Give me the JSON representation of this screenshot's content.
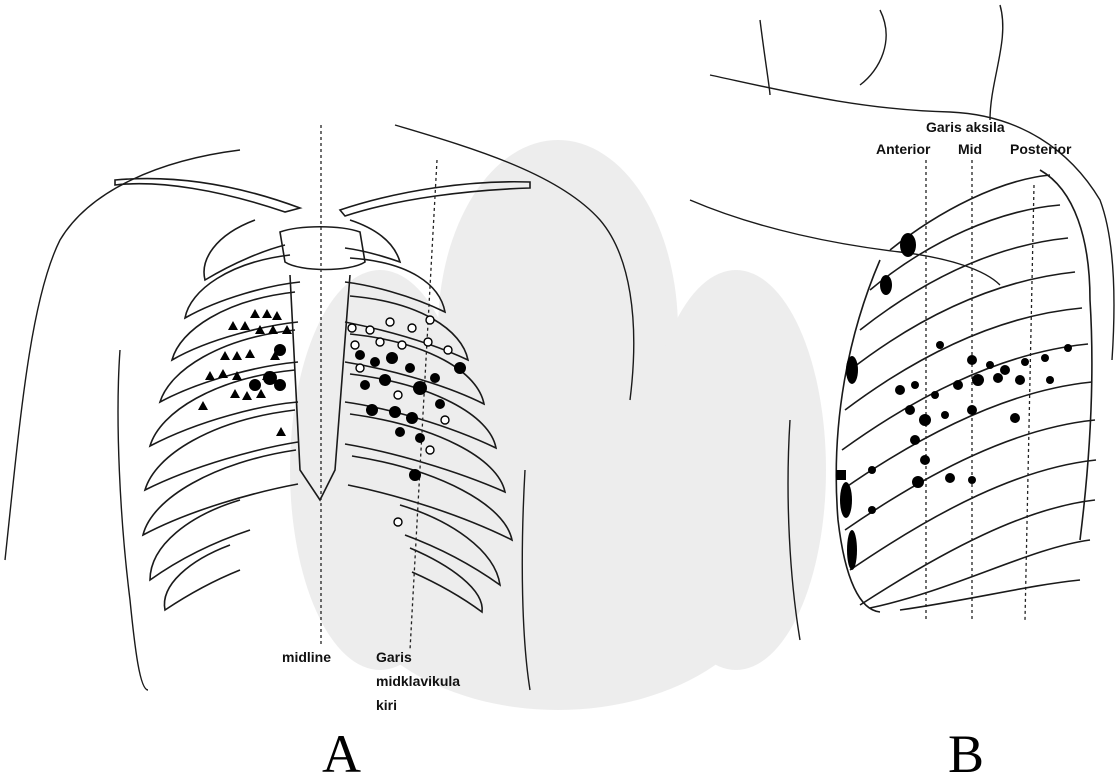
{
  "panel_a": {
    "letter": "A",
    "midline_label": "midline",
    "midclavicular_label_lines": [
      "Garis",
      "midklavikula",
      "kiri"
    ]
  },
  "panel_b": {
    "letter": "B",
    "axillary_title": "Garis aksila",
    "anterior_label": "Anterior",
    "mid_label": "Mid",
    "posterior_label": "Posterior"
  },
  "colors": {
    "ink": "#111111",
    "watermark": "#d8d8d8"
  }
}
